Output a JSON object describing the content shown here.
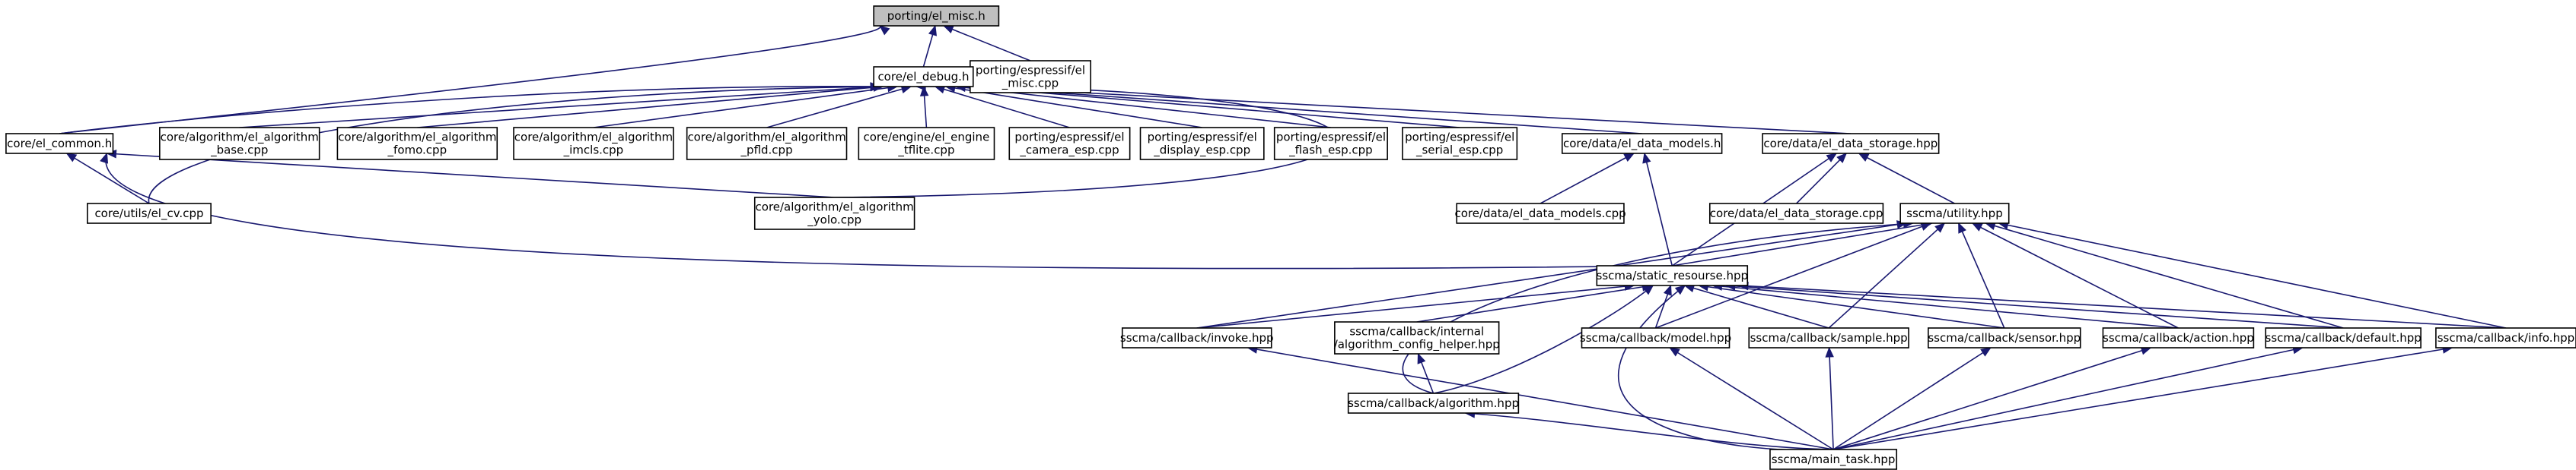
{
  "diagram": {
    "type": "include-dependency-graph",
    "colors": {
      "edge": "#191970",
      "root_fill": "#bfbfbf",
      "node_fill": "#ffffff",
      "node_border": "#000000"
    },
    "nodes": [
      {
        "id": "el_misc_h",
        "label": "porting/el_misc.h",
        "root": true
      },
      {
        "id": "esp_el_misc_cpp",
        "label": "porting/espressif/el\n_misc.cpp"
      },
      {
        "id": "el_debug_h",
        "label": "core/el_debug.h"
      },
      {
        "id": "el_common_h",
        "label": "core/el_common.h"
      },
      {
        "id": "alg_base",
        "label": "core/algorithm/el_algorithm\n_base.cpp"
      },
      {
        "id": "alg_fomo",
        "label": "core/algorithm/el_algorithm\n_fomo.cpp"
      },
      {
        "id": "alg_imcls",
        "label": "core/algorithm/el_algorithm\n_imcls.cpp"
      },
      {
        "id": "alg_pfld",
        "label": "core/algorithm/el_algorithm\n_pfld.cpp"
      },
      {
        "id": "engine_tflite",
        "label": "core/engine/el_engine\n_tflite.cpp"
      },
      {
        "id": "camera_esp",
        "label": "porting/espressif/el\n_camera_esp.cpp"
      },
      {
        "id": "display_esp",
        "label": "porting/espressif/el\n_display_esp.cpp"
      },
      {
        "id": "flash_esp",
        "label": "porting/espressif/el\n_flash_esp.cpp"
      },
      {
        "id": "serial_esp",
        "label": "porting/espressif/el\n_serial_esp.cpp"
      },
      {
        "id": "data_models_h",
        "label": "core/data/el_data_models.h"
      },
      {
        "id": "data_storage_hpp",
        "label": "core/data/el_data_storage.hpp"
      },
      {
        "id": "el_cv_cpp",
        "label": "core/utils/el_cv.cpp"
      },
      {
        "id": "alg_yolo",
        "label": "core/algorithm/el_algorithm\n_yolo.cpp"
      },
      {
        "id": "data_models_cpp",
        "label": "core/data/el_data_models.cpp"
      },
      {
        "id": "data_storage_cpp",
        "label": "core/data/el_data_storage.cpp"
      },
      {
        "id": "utility_hpp",
        "label": "sscma/utility.hpp"
      },
      {
        "id": "static_resourse",
        "label": "sscma/static_resourse.hpp"
      },
      {
        "id": "cb_invoke",
        "label": "sscma/callback/invoke.hpp"
      },
      {
        "id": "cb_config_helper",
        "label": "sscma/callback/internal\n/algorithm_config_helper.hpp"
      },
      {
        "id": "cb_model",
        "label": "sscma/callback/model.hpp"
      },
      {
        "id": "cb_sample",
        "label": "sscma/callback/sample.hpp"
      },
      {
        "id": "cb_sensor",
        "label": "sscma/callback/sensor.hpp"
      },
      {
        "id": "cb_action",
        "label": "sscma/callback/action.hpp"
      },
      {
        "id": "cb_default",
        "label": "sscma/callback/default.hpp"
      },
      {
        "id": "cb_info",
        "label": "sscma/callback/info.hpp"
      },
      {
        "id": "cb_algorithm",
        "label": "sscma/callback/algorithm.hpp"
      },
      {
        "id": "main_task",
        "label": "sscma/main_task.hpp"
      }
    ],
    "edges": [
      [
        "el_misc_h",
        "el_debug_h"
      ],
      [
        "el_misc_h",
        "esp_el_misc_cpp"
      ],
      [
        "el_misc_h",
        "el_common_h"
      ],
      [
        "el_debug_h",
        "el_common_h"
      ],
      [
        "el_debug_h",
        "alg_base"
      ],
      [
        "el_debug_h",
        "alg_fomo"
      ],
      [
        "el_debug_h",
        "alg_imcls"
      ],
      [
        "el_debug_h",
        "alg_pfld"
      ],
      [
        "el_debug_h",
        "engine_tflite"
      ],
      [
        "el_debug_h",
        "camera_esp"
      ],
      [
        "el_debug_h",
        "display_esp"
      ],
      [
        "el_debug_h",
        "flash_esp"
      ],
      [
        "el_debug_h",
        "serial_esp"
      ],
      [
        "el_debug_h",
        "data_models_h"
      ],
      [
        "el_debug_h",
        "data_storage_hpp"
      ],
      [
        "el_debug_h",
        "el_cv_cpp"
      ],
      [
        "el_debug_h",
        "alg_yolo"
      ],
      [
        "el_common_h",
        "el_cv_cpp"
      ],
      [
        "el_common_h",
        "alg_yolo"
      ],
      [
        "el_common_h",
        "static_resourse"
      ],
      [
        "data_models_h",
        "data_models_cpp"
      ],
      [
        "data_models_h",
        "static_resourse"
      ],
      [
        "data_storage_hpp",
        "data_storage_cpp"
      ],
      [
        "data_storage_hpp",
        "utility_hpp"
      ],
      [
        "data_storage_hpp",
        "static_resourse"
      ],
      [
        "utility_hpp",
        "static_resourse"
      ],
      [
        "utility_hpp",
        "cb_invoke"
      ],
      [
        "utility_hpp",
        "cb_model"
      ],
      [
        "utility_hpp",
        "cb_sample"
      ],
      [
        "utility_hpp",
        "cb_sensor"
      ],
      [
        "utility_hpp",
        "cb_action"
      ],
      [
        "utility_hpp",
        "cb_default"
      ],
      [
        "utility_hpp",
        "cb_info"
      ],
      [
        "utility_hpp",
        "cb_algorithm"
      ],
      [
        "static_resourse",
        "cb_invoke"
      ],
      [
        "static_resourse",
        "cb_config_helper"
      ],
      [
        "static_resourse",
        "cb_model"
      ],
      [
        "static_resourse",
        "cb_sample"
      ],
      [
        "static_resourse",
        "cb_sensor"
      ],
      [
        "static_resourse",
        "cb_action"
      ],
      [
        "static_resourse",
        "cb_default"
      ],
      [
        "static_resourse",
        "cb_info"
      ],
      [
        "static_resourse",
        "cb_algorithm"
      ],
      [
        "static_resourse",
        "main_task"
      ],
      [
        "cb_config_helper",
        "cb_algorithm"
      ],
      [
        "cb_invoke",
        "main_task"
      ],
      [
        "cb_model",
        "main_task"
      ],
      [
        "cb_sample",
        "main_task"
      ],
      [
        "cb_sensor",
        "main_task"
      ],
      [
        "cb_action",
        "main_task"
      ],
      [
        "cb_default",
        "main_task"
      ],
      [
        "cb_info",
        "main_task"
      ],
      [
        "cb_algorithm",
        "main_task"
      ]
    ]
  }
}
